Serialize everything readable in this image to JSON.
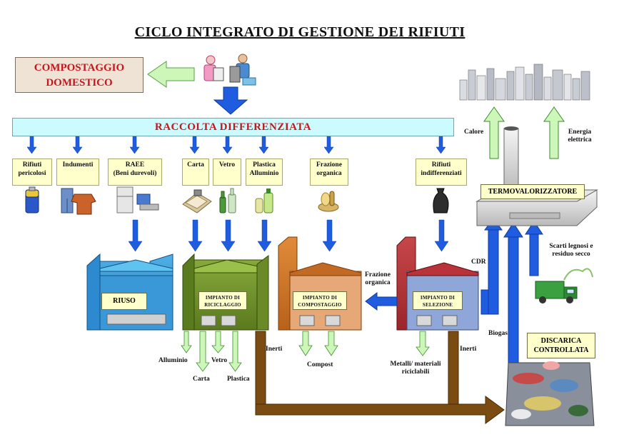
{
  "title": "CICLO INTEGRATO DI GESTIONE DEI RIFIUTI",
  "compostaggio": {
    "line1": "COMPOSTAGGIO",
    "line2": "DOMESTICO"
  },
  "raccolta": "RACCOLTA DIFFERENZIATA",
  "categories": [
    {
      "line1": "Rifiuti",
      "line2": "pericolosi"
    },
    {
      "line1": "Indumenti",
      "line2": ""
    },
    {
      "line1": "RAEE",
      "line2": "(Beni durevoli)"
    },
    {
      "line1": "Carta",
      "line2": ""
    },
    {
      "line1": "Vetro",
      "line2": ""
    },
    {
      "line1": "Plastica",
      "line2": "Alluminio"
    },
    {
      "line1": "Frazione",
      "line2": "organica"
    },
    {
      "line1": "Rifiuti",
      "line2": "indifferenziati"
    }
  ],
  "plants": {
    "riuso": "RIUSO",
    "riciclaggio": {
      "line1": "IMPIANTO DI",
      "line2": "RICICLAGGIO"
    },
    "compostaggio": {
      "line1": "IMPIANTO DI",
      "line2": "COMPOSTAGGIO"
    },
    "selezione": {
      "line1": "IMPIANTO DI",
      "line2": "SELEZIONE"
    }
  },
  "termovalorizzatore": "TERMOVALORIZZATORE",
  "discarica": {
    "line1": "DISCARICA",
    "line2": "CONTROLLATA"
  },
  "labels": {
    "calore": "Calore",
    "energia1": "Energia",
    "energia2": "elettrica",
    "cdr": "CDR",
    "scarti1": "Scarti legnosi e",
    "scarti2": "residuo secco",
    "biogas": "Biogas",
    "frazione1": "Frazione",
    "frazione2": "organica",
    "alluminio": "Alluminio",
    "carta": "Carta",
    "vetro": "Vetro",
    "plastica": "Plastica",
    "inerti_left": "Inerti",
    "inerti_right": "Inerti",
    "compost": "Compost",
    "metalli1": "Metalli/ materiali",
    "metalli2": "riciclabili"
  },
  "colors": {
    "title_red": "#c4161c",
    "blue_arrow": "#1f5ce0",
    "green_arrow": "#cdf7b9",
    "brown_arrow": "#7a4c11",
    "box_yellow": "#ffffcc",
    "bar_cyan": "#ccfbff"
  },
  "icons": [
    "people-recycling-icon",
    "battery-icon",
    "clothes-icon",
    "appliances-icon",
    "paper-bundle-icon",
    "glass-bottles-icon",
    "plastic-bottles-icon",
    "organic-waste-icon",
    "trash-bag-icon",
    "city-skyline-icon",
    "garbage-truck-icon",
    "landfill-icon"
  ]
}
